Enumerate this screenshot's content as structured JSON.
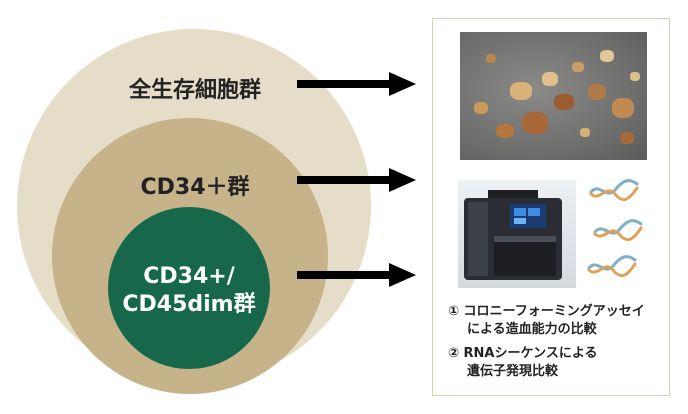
{
  "groups": {
    "outer_label": "全生存細胞群",
    "middle_label": "CD34＋群",
    "inner_label_line1": "CD34+/",
    "inner_label_line2": "CD45dim群"
  },
  "analyses": [
    {
      "number": "①",
      "line1": "コロニーフォーミングアッセイ",
      "line2": "による造血能力の比較"
    },
    {
      "number": "②",
      "line1": "RNAシーケンスによる",
      "line2": "遺伝子発現比較"
    }
  ],
  "colors": {
    "outer_circle": "#e6ddc9",
    "middle_circle": "#c6b389",
    "inner_circle": "#17674a",
    "arrow": "#000000",
    "panel_border": "#d8cfb6"
  },
  "icons": [
    "microscope-image",
    "analyzer-device-image",
    "dna-strand-icon"
  ]
}
